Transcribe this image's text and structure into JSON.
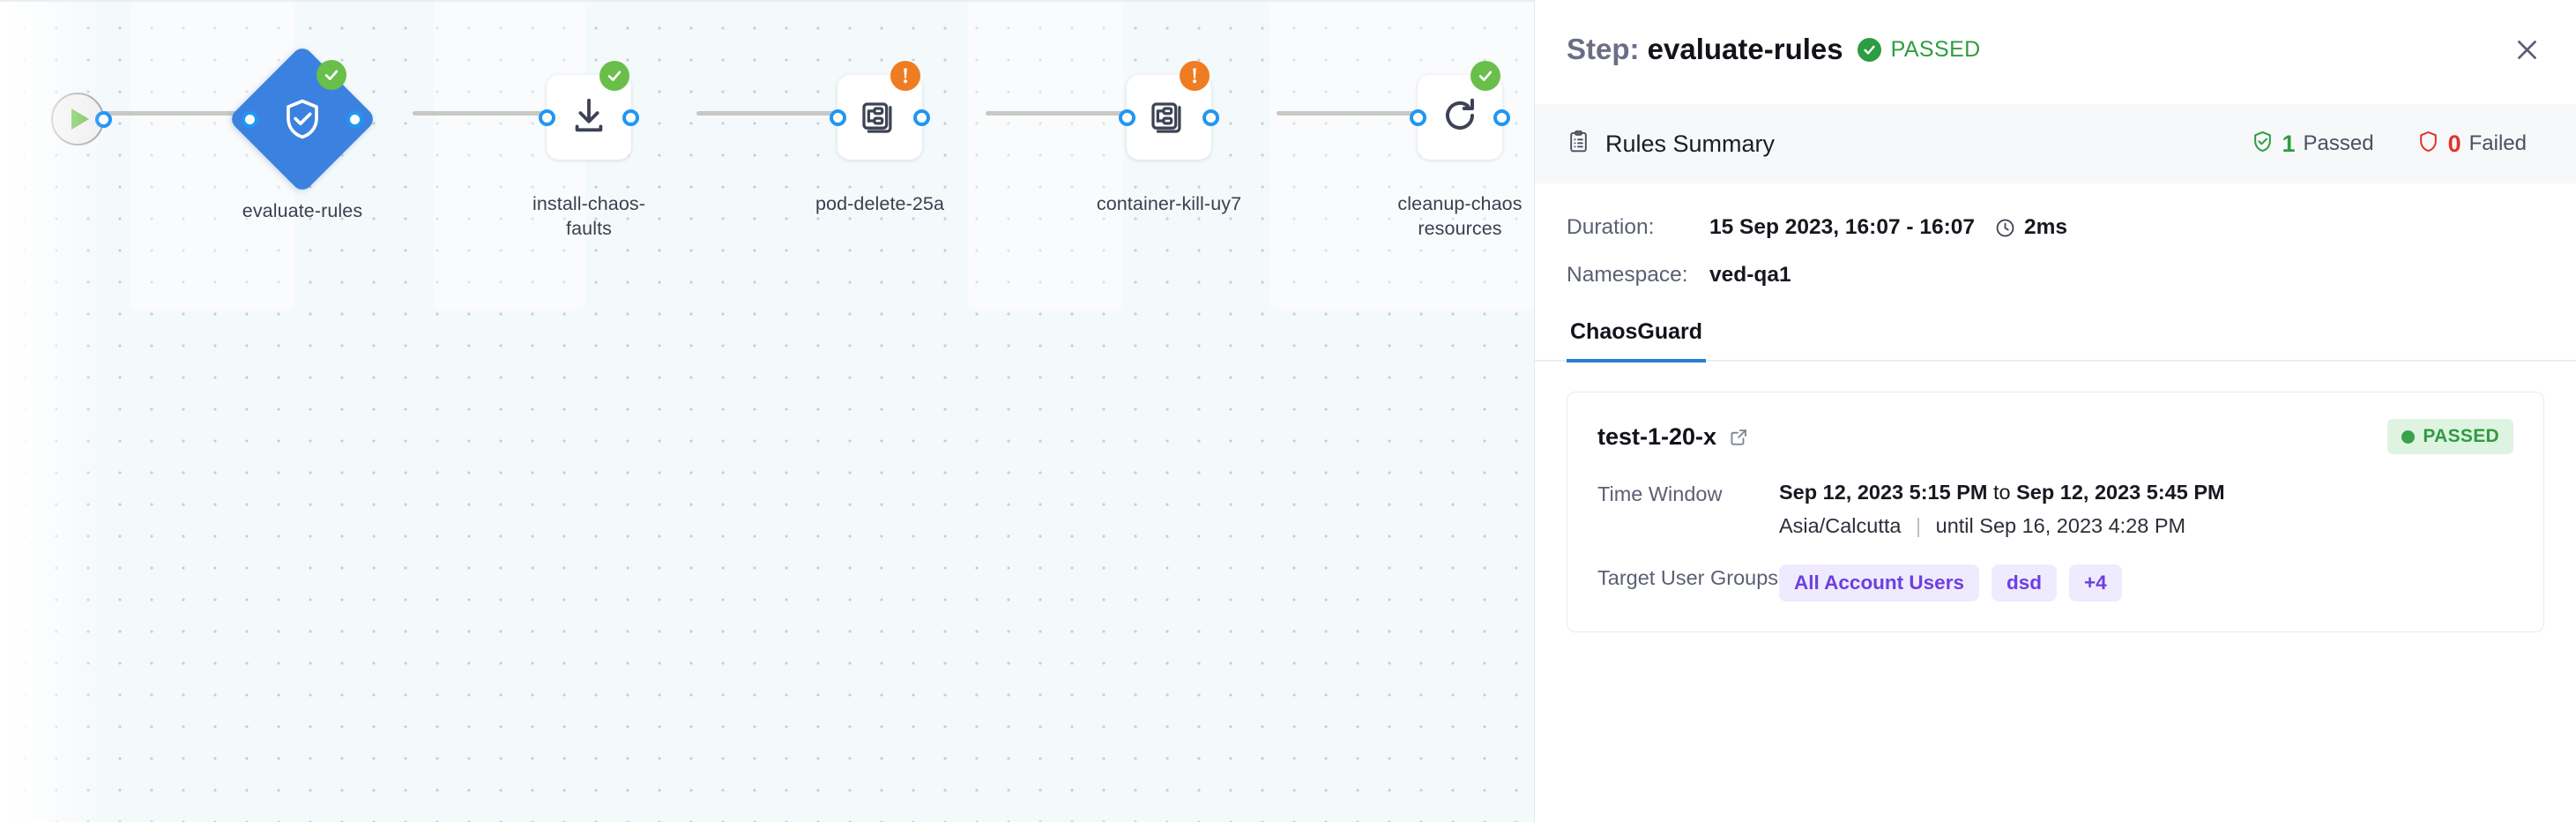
{
  "pipeline": {
    "start_node": {
      "icon": "play-icon",
      "label": ""
    },
    "nodes": [
      {
        "name": "evaluate-rules",
        "label": "evaluate-rules",
        "icon": "shield-check-icon",
        "shape": "diamond",
        "status": "success",
        "badge": "check"
      },
      {
        "name": "install-chaos-faults",
        "label": "install-chaos-faults",
        "label_line1": "install-chaos-",
        "label_line2": "faults",
        "icon": "download-icon",
        "shape": "box",
        "status": "success",
        "badge": "check"
      },
      {
        "name": "pod-delete-25a",
        "label": "pod-delete-25a",
        "label_line1": "pod-delete-25a",
        "label_line2": "",
        "icon": "chaos-fault-icon",
        "shape": "box",
        "status": "warning",
        "badge": "exclamation"
      },
      {
        "name": "container-kill-uy7",
        "label": "container-kill-uy7",
        "label_line1": "container-kill-uy7",
        "label_line2": "",
        "icon": "chaos-fault-icon",
        "shape": "box",
        "status": "warning",
        "badge": "exclamation"
      },
      {
        "name": "cleanup-chaos-resources",
        "label": "cleanup-chaos-resources",
        "label_line1": "cleanup-chaos",
        "label_line2": "resources",
        "icon": "refresh-icon",
        "shape": "box",
        "status": "success",
        "badge": "check"
      }
    ]
  },
  "panel": {
    "title_prefix": "Step:",
    "title_name": "evaluate-rules",
    "status_label": "PASSED",
    "close_label": "×",
    "summary": {
      "title": "Rules Summary",
      "passed_count": "1",
      "passed_label": "Passed",
      "failed_count": "0",
      "failed_label": "Failed"
    },
    "meta": [
      {
        "key": "Duration:",
        "value": "15 Sep 2023, 16:07 - 16:07",
        "extra": "2ms",
        "has_clock": true
      },
      {
        "key": "Namespace:",
        "value": "ved-qa1",
        "extra": "",
        "has_clock": false
      }
    ],
    "tabs": [
      {
        "label": "ChaosGuard",
        "active": true
      }
    ],
    "card": {
      "title": "test-1-20-x",
      "status_pill": "PASSED",
      "rows": [
        {
          "key": "Time Window",
          "value_start": "Sep 12, 2023 5:15 PM",
          "value_join": "to",
          "value_end": "Sep 12, 2023 5:45 PM",
          "sub_timezone": "Asia/Calcutta",
          "sub_until": "until Sep 16, 2023 4:28 PM"
        },
        {
          "key": "Target User Groups",
          "chips": [
            "All Account Users",
            "dsd",
            "+4"
          ]
        }
      ]
    }
  },
  "colors": {
    "accent_blue": "#2b7bd6",
    "node_blue": "#3b82e0",
    "success_green": "#2e9c41",
    "warning_orange": "#ef7c22",
    "fail_red": "#e2342a",
    "chip_purple": "#6d3fe0",
    "canvas_bg": "#f4f9fb"
  }
}
